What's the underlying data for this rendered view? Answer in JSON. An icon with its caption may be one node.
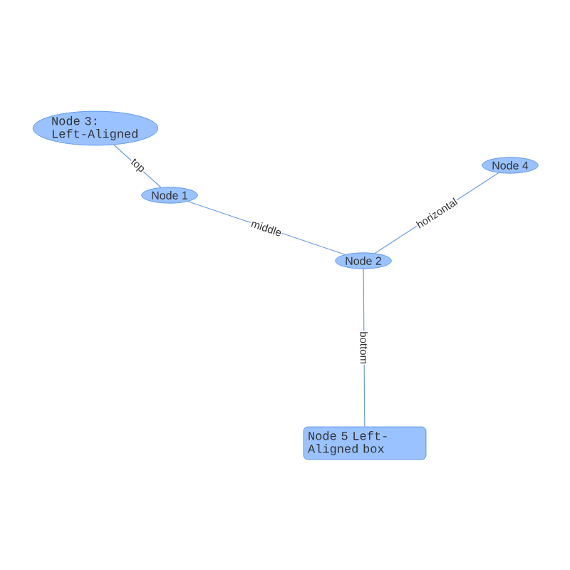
{
  "diagram": {
    "nodes": [
      {
        "text": [
          "Node 1"
        ]
      },
      {
        "text": [
          "Node 2"
        ]
      },
      {
        "text": [
          "Node 3: Left-Aligned"
        ]
      },
      {
        "text": [
          "Node 4"
        ]
      },
      {
        "text": [
          "Node 5 Left-Aligned box"
        ]
      }
    ],
    "edges": [
      {
        "from": 0,
        "to": 2,
        "arrow": "none",
        "label": "top"
      },
      {
        "from": 0,
        "to": 1,
        "arrow": "none",
        "label": "middle"
      },
      {
        "from": 1,
        "to": 3,
        "arrow": "none",
        "label": "horizontal"
      },
      {
        "from": 1,
        "to": 4,
        "arrow": "none",
        "label": "bottom"
      }
    ]
  }
}
